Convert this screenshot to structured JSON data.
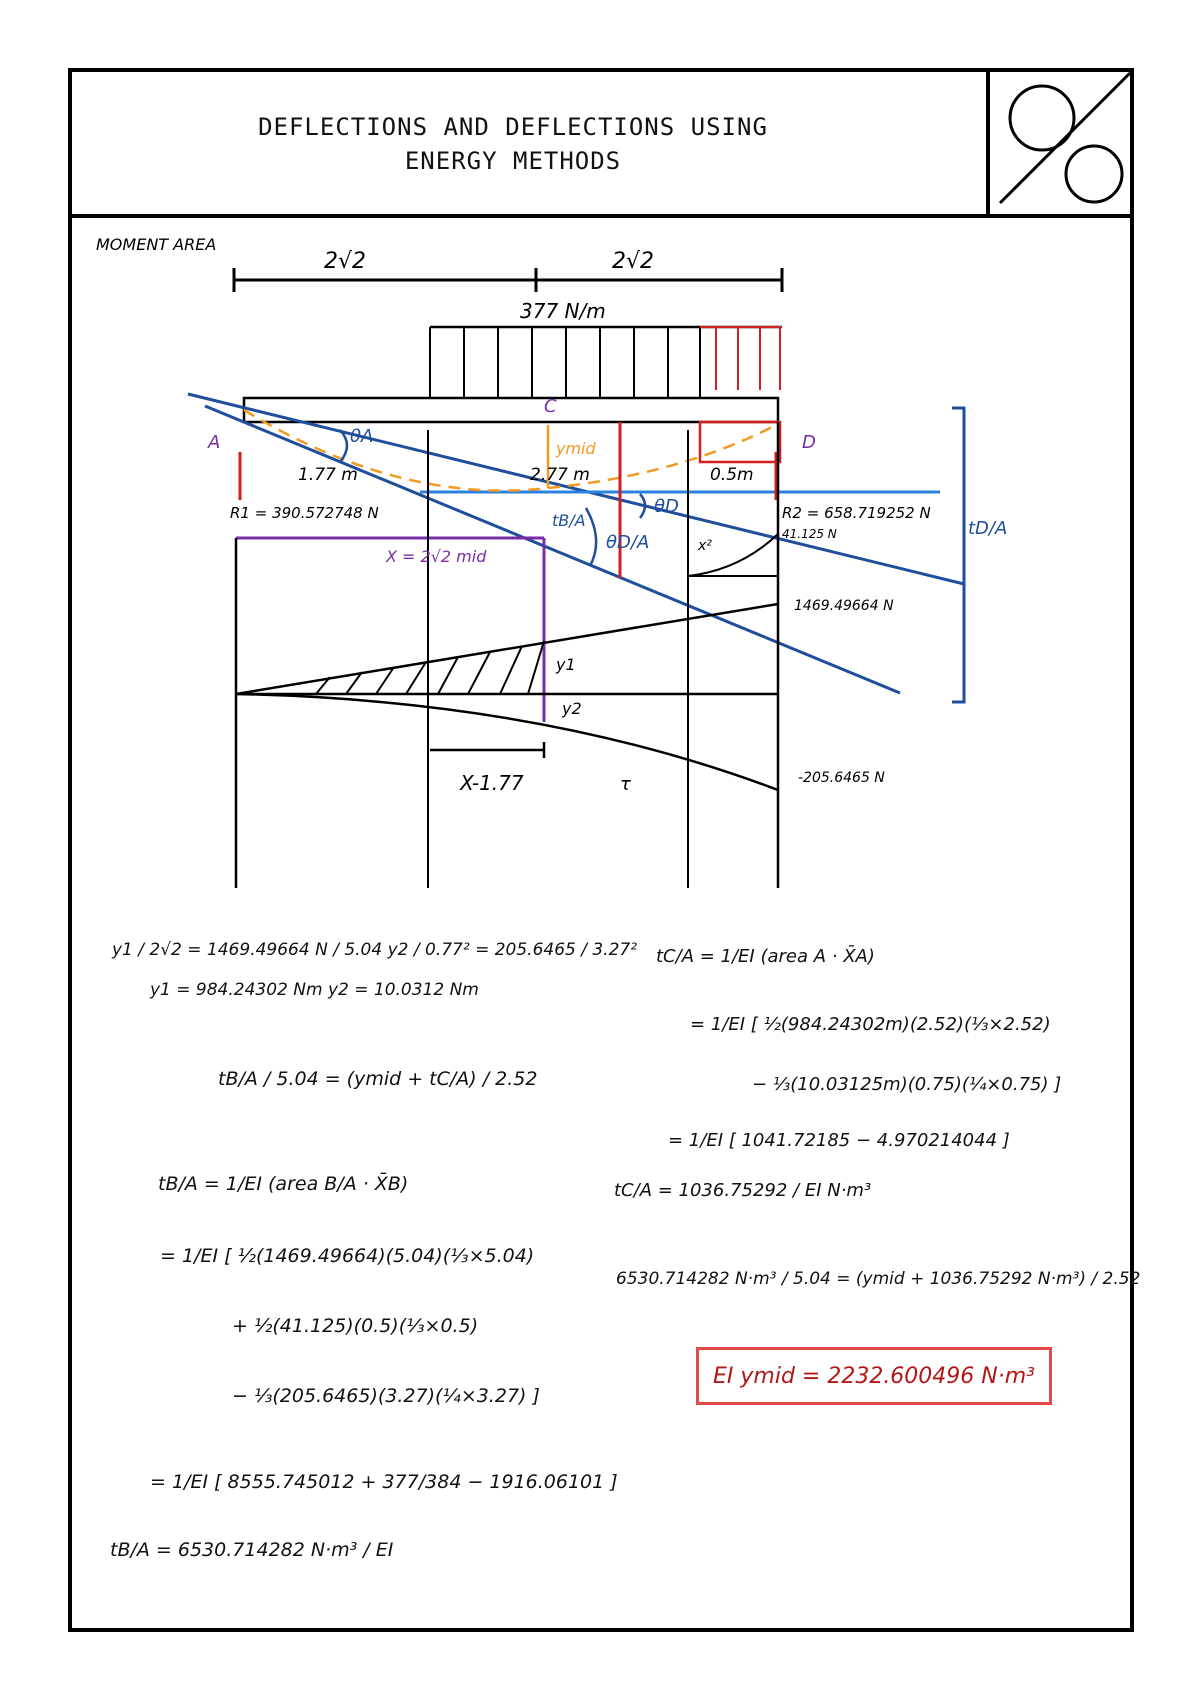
{
  "title": {
    "line1": "DEFLECTIONS AND DEFLECTIONS USING",
    "line2": "ENERGY METHODS"
  },
  "diagram": {
    "method_label": "MOMENT AREA",
    "span_left": "2√2",
    "span_right": "2√2",
    "load": "377 N/m",
    "point_a": "A",
    "point_c": "C",
    "point_d": "D",
    "theta_a": "θA",
    "theta_d": "θD",
    "theta_ba": "θD/A",
    "y_mid": "ymid",
    "t_ba": "tB/A",
    "t_ba_right": "tD/A",
    "dim_1": "1.77 m",
    "dim_2": "2.77 m",
    "dim_3": "0.5m",
    "reaction_a": "R1 = 390.572748 N",
    "reaction_b": "R2 = 658.719252 N",
    "xbar": "X = 2√2 mid",
    "moment_pos": "1469.49664 N",
    "moment_41": "41.125 N",
    "moment_neg": "-205.6465 N",
    "y1": "y1",
    "y2": "y2",
    "y_dash": "x²",
    "x_dim": "X-1.77",
    "t_label": "τ"
  },
  "work": {
    "left": [
      "y1 / 2√2 = 1469.49664 N / 5.04     y2 / 0.77² = 205.6465 / 3.27²",
      "y1 = 984.24302 Nm        y2 = 10.0312 Nm",
      "tB/A / 5.04 = (ymid + tC/A) / 2.52",
      "tB/A = 1/EI (area B/A · X̄B)",
      "= 1/EI [ ½(1469.49664)(5.04)(⅓×5.04)",
      "+ ½(41.125)(0.5)(⅓×0.5)",
      "− ⅓(205.6465)(3.27)(¼×3.27) ]",
      "= 1/EI [ 8555.745012 + 377/384 − 1916.06101 ]",
      "tB/A = 6530.714282 N·m³ / EI"
    ],
    "right": [
      "tC/A = 1/EI (area A · X̄A)",
      "= 1/EI [ ½(984.24302m)(2.52)(⅓×2.52)",
      "− ⅓(10.03125m)(0.75)(¼×0.75) ]",
      "= 1/EI [ 1041.72185 − 4.970214044 ]",
      "tC/A = 1036.75292 / EI   N·m³",
      "6530.714282 N·m³ / 5.04 = (ymid + 1036.75292 N·m³) / 2.52"
    ],
    "answer": "EI ymid = 2232.600496 N·m³"
  }
}
